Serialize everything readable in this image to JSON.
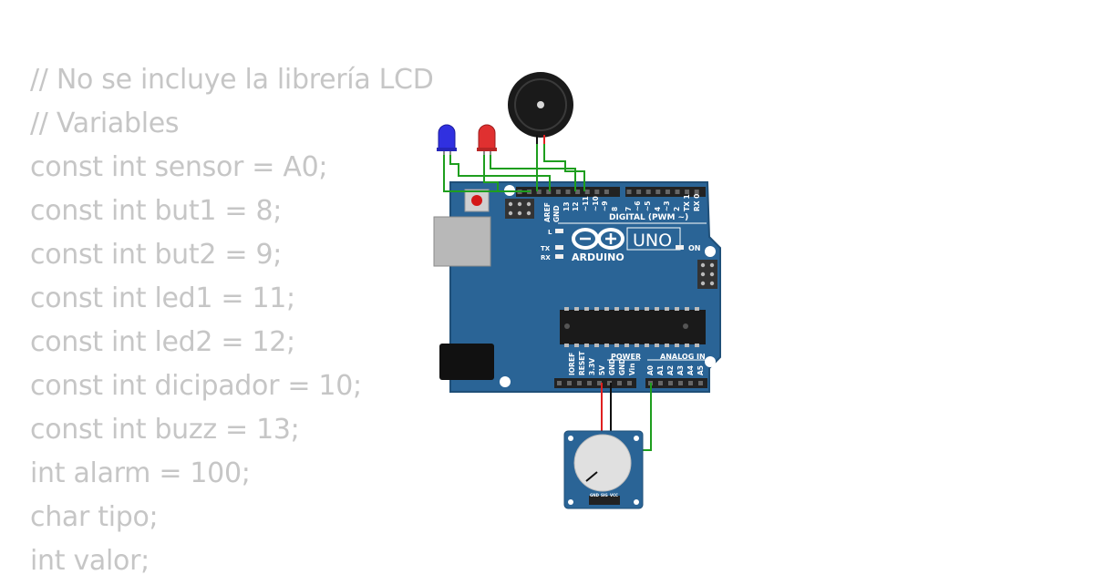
{
  "code": {
    "lines": [
      "// No se incluye la librería LCD",
      "// Variables",
      "const int sensor = A0;",
      "const int but1 = 8;",
      "const int but2 = 9;",
      "const int led1 = 11;",
      "const int led2 = 12;",
      "const int dicipador = 10;",
      "const int buzz = 13;",
      "int alarm = 100;",
      "char tipo;",
      "int valor;"
    ]
  },
  "board": {
    "model": "UNO",
    "brand": "ARDUINO",
    "digital_header": "DIGITAL (PWM ~)",
    "power_header": "POWER",
    "analog_header": "ANALOG IN",
    "on_label": "ON",
    "l_label": "L",
    "tx_label": "TX",
    "rx_label": "RX",
    "top_pins": [
      "AREF",
      "GND",
      "13",
      "12",
      "~11",
      "~10",
      "~9",
      "8",
      "7",
      "~6",
      "~5",
      "4",
      "~3",
      "2",
      "TX 1",
      "RX 0"
    ],
    "power_pins": [
      "IOREF",
      "RESET",
      "3.3V",
      "5V",
      "GND",
      "GND",
      "Vin"
    ],
    "analog_pins": [
      "A0",
      "A1",
      "A2",
      "A3",
      "A4",
      "A5"
    ],
    "pot_pins": [
      "GND",
      "SIG",
      "VCC"
    ]
  },
  "colors": {
    "board": "#2a6496",
    "wire_green": "#1e9e1e",
    "wire_red": "#e02020",
    "wire_black": "#111111",
    "led_blue": "#3030e0",
    "led_red": "#e03030"
  }
}
